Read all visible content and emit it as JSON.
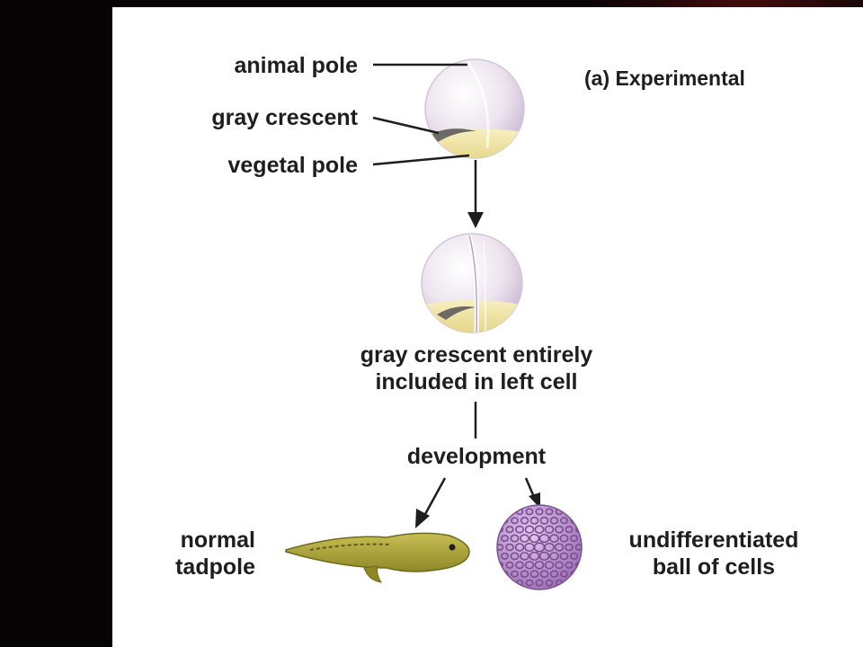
{
  "figure": {
    "panel_label": "(a) Experimental",
    "labels": {
      "animal_pole": "animal pole",
      "gray_crescent": "gray crescent",
      "vegetal_pole": "vegetal pole",
      "caption_line1": "gray crescent entirely",
      "caption_line2": "included in left cell",
      "development": "development",
      "tadpole_line1": "normal",
      "tadpole_line2": "tadpole",
      "ball_line1": "undifferentiated",
      "ball_line2": "ball of cells"
    }
  },
  "colors": {
    "background": "#000000",
    "panel": "#ffffff",
    "egg_animal": "#ece3ee",
    "egg_vegetal": "#f2e6a6",
    "gray_crescent": "#6b6a66",
    "tadpole": "#a9a13a",
    "cell_ball": "#b58fc6",
    "text": "#1e1e1e"
  }
}
